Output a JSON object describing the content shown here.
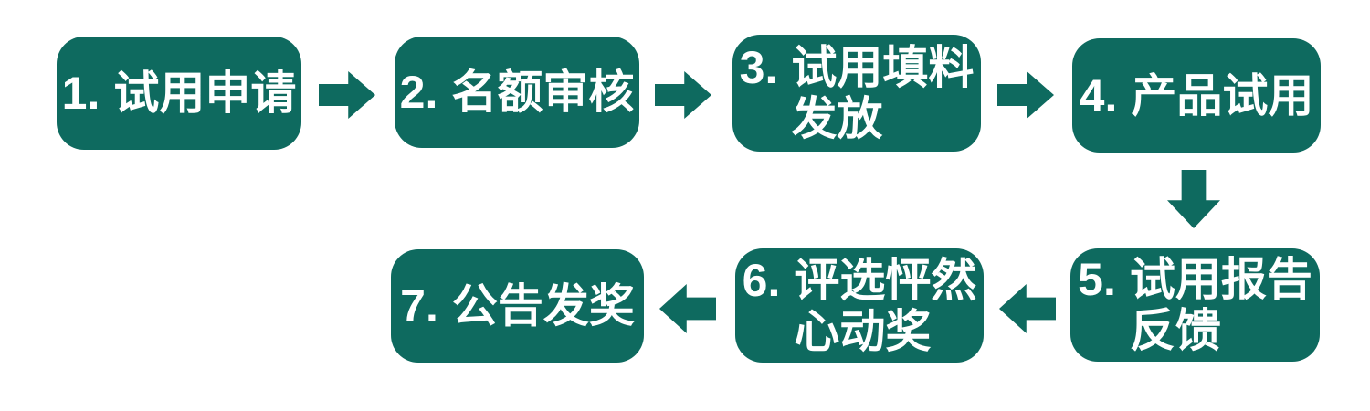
{
  "colors": {
    "accent": "#0e6a5f",
    "text": "#ffffff",
    "background": "#ffffff"
  },
  "flowchart": {
    "steps": [
      {
        "num": "1.",
        "line1": "试用申请",
        "line2": ""
      },
      {
        "num": "2.",
        "line1": "名额审核",
        "line2": ""
      },
      {
        "num": "3.",
        "line1": "试用填料",
        "line2": "发放"
      },
      {
        "num": "4.",
        "line1": "产品试用",
        "line2": ""
      },
      {
        "num": "5.",
        "line1": "试用报告",
        "line2": "反馈"
      },
      {
        "num": "6.",
        "line1": "评选怦然",
        "line2": "心动奖"
      },
      {
        "num": "7.",
        "line1": "公告发奖",
        "line2": ""
      }
    ],
    "connectors": [
      {
        "from": 1,
        "to": 2,
        "direction": "right"
      },
      {
        "from": 2,
        "to": 3,
        "direction": "right"
      },
      {
        "from": 3,
        "to": 4,
        "direction": "right"
      },
      {
        "from": 4,
        "to": 5,
        "direction": "down"
      },
      {
        "from": 5,
        "to": 6,
        "direction": "left"
      },
      {
        "from": 6,
        "to": 7,
        "direction": "left"
      }
    ]
  }
}
